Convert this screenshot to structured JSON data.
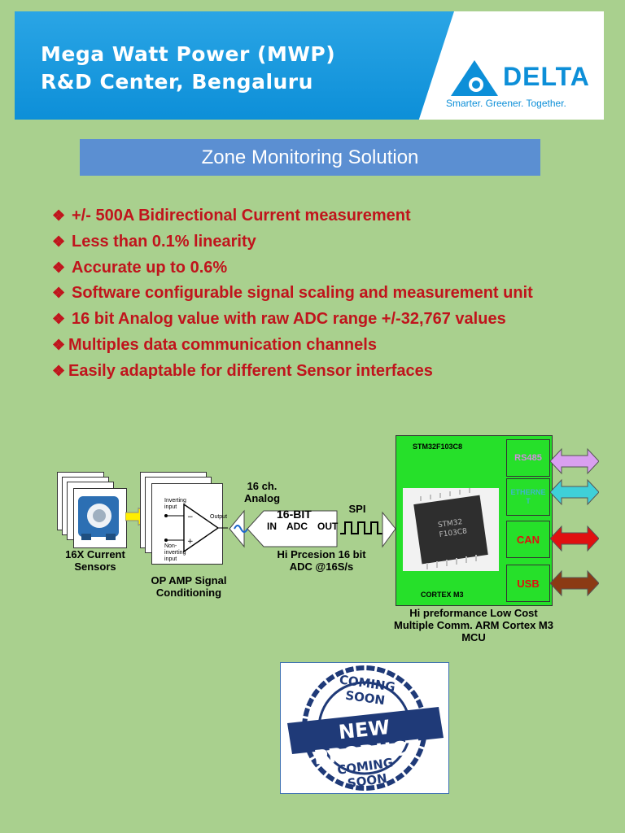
{
  "header": {
    "title_line1": "Mega Watt Power (MWP)",
    "title_line2": "R&D Center, Bengaluru",
    "logo_text": "DELTA",
    "logo_tagline": "Smarter. Greener. Together."
  },
  "zone_title": "Zone Monitoring Solution",
  "bullets": [
    {
      "mark": "❖",
      "text": "+/- 500A Bidirectional Current measurement"
    },
    {
      "mark": "❖",
      "text": "Less than 0.1% linearity"
    },
    {
      "mark": "❖",
      "text": "Accurate up to 0.6%"
    },
    {
      "mark": "❖",
      "text": "Software configurable signal scaling and measurement unit"
    },
    {
      "mark": "❖",
      "text": "16 bit Analog value with raw ADC range +/-32,767 values"
    },
    {
      "mark": "❖",
      "text": "Multiples data communication channels"
    },
    {
      "mark": "❖",
      "text": "Easily adaptable for different Sensor interfaces"
    }
  ],
  "diagram": {
    "sensor_label": "16X Current Sensors",
    "opamp_label": "OP AMP Signal Conditioning",
    "opamp_inverting": "Inverting input",
    "opamp_noninverting": "Non-inverting input",
    "opamp_output": "Output",
    "analog_label": "16 ch. Analog",
    "adc_title": "16-BIT",
    "adc_in": "IN",
    "adc_mid": "ADC",
    "adc_out": "OUT",
    "adc_label": "Hi Prcesion 16 bit ADC @16S/s",
    "spi_label": "SPI",
    "mcu_name": "STM32F103C8",
    "mcu_core": "CORTEX M3",
    "mcu_label": "Hi preformance Low Cost Multiple Comm. ARM Cortex M3 MCU",
    "ports": [
      {
        "name": "RS485",
        "color": "#d58be0",
        "arrow": "#d9a0f0"
      },
      {
        "name": "ETHERNET",
        "color": "#3fb7c9",
        "arrow": "#3fd0d8"
      },
      {
        "name": "CAN",
        "color": "#e01010",
        "arrow": "#e01010"
      },
      {
        "name": "USB",
        "color": "#e01010",
        "arrow": "#8b3a14"
      }
    ]
  },
  "stamp": {
    "top_text": "COMING SOON",
    "banner_text": "NEW PRODUCT",
    "bottom_text": "COMING SOON"
  },
  "colors": {
    "background": "#a9d08e",
    "header_blue": "#0d8fd8",
    "bullet_red": "#c0141c",
    "zone_blue": "#5b8fd2",
    "mcu_green": "#26e02a"
  }
}
